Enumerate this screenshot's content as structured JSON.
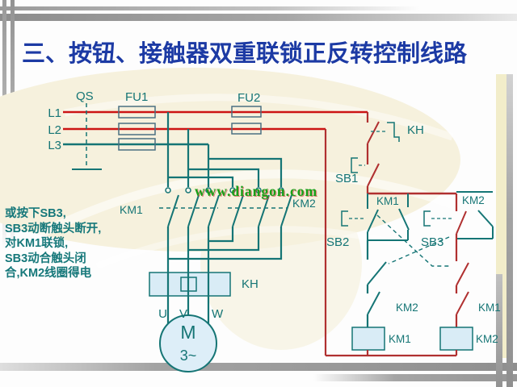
{
  "slide": {
    "title": "三、按钮、接触器双重联锁正反转控制线路",
    "watermark": "www.diangon.com",
    "note_lines": [
      "或按下SB3,",
      "SB3动断触头断开,",
      "对KM1联锁,",
      "SB3动合触头闭",
      "合,KM2线圈得电"
    ]
  },
  "labels": {
    "l1": "L1",
    "l2": "L2",
    "l3": "L3",
    "qs": "QS",
    "fu1": "FU1",
    "fu2": "FU2",
    "km1_main": "KM1",
    "km2_main": "KM2",
    "kh_main": "KH",
    "kh_ctrl": "KH",
    "u": "U",
    "v": "V",
    "w": "W",
    "motor_m": "M",
    "motor_sub": "3~",
    "sb1": "SB1",
    "sb2": "SB2",
    "sb3": "SB3",
    "km1_aux": "KM1",
    "km2_aux": "KM2",
    "km2_interlock": "KM2",
    "km1_interlock": "KM1",
    "km1_coil": "KM1",
    "km2_coil": "KM2"
  },
  "colors": {
    "power_line_red": "#cc1414",
    "control_line_red": "#b03030",
    "circuit_teal": "#157575",
    "component_fill_blue": "#d9ecf6",
    "title_blue": "#1c3aa4",
    "note_teal": "#16787a",
    "watermark_green": "#18a018",
    "background_cream": "#f6f1dd"
  }
}
